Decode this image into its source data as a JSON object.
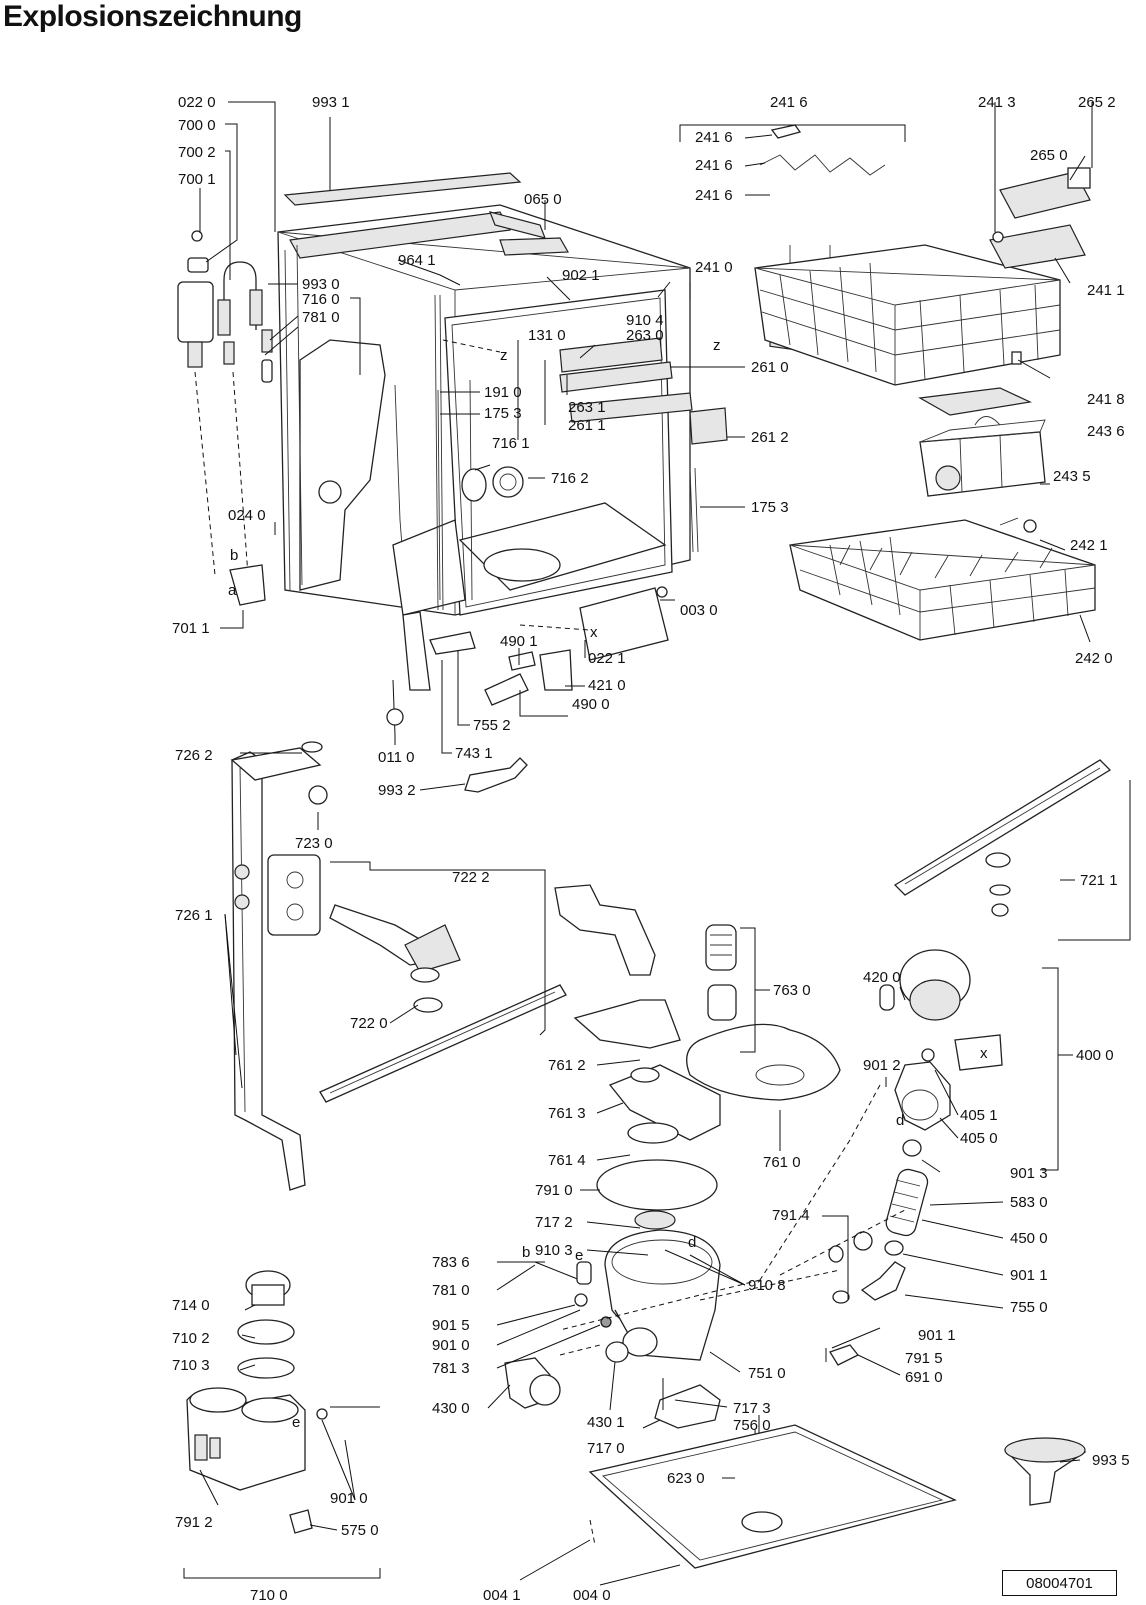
{
  "title": "Explosionszeichnung",
  "document_number": "08004701",
  "labels": {
    "l0220": "022 0",
    "l9931": "993 1",
    "l7000": "700 0",
    "l7002": "700 2",
    "l7001": "700 1",
    "l9930": "993 0",
    "l7160": "716 0",
    "l7810a": "781 0",
    "l0650": "065 0",
    "l9641": "964 1",
    "l9021": "902 1",
    "l2410": "241 0",
    "l9104": "910 4",
    "l1310": "131 0",
    "l2630": "263 0",
    "l2610": "261 0",
    "l1910": "191 0",
    "l1753a": "175 3",
    "l2631": "263 1",
    "l2611": "261 1",
    "l2612": "261 2",
    "l7161": "716 1",
    "l7162": "716 2",
    "l1753b": "175 3",
    "l0240": "024 0",
    "l0030": "003 0",
    "l7011": "701 1",
    "l4901": "490 1",
    "l0221": "022 1",
    "l4210": "421 0",
    "l4900": "490 0",
    "l7552": "755 2",
    "l0110": "011 0",
    "l7431": "743 1",
    "l9932": "993 2",
    "l2416top": "241 6",
    "l2416a": "241 6",
    "l2416b": "241 6",
    "l2416c": "241 6",
    "l2413": "241 3",
    "l2652": "265 2",
    "l2650": "265 0",
    "l2411": "241 1",
    "l2418": "241 8",
    "l2436": "243 6",
    "l2435": "243 5",
    "l2421": "242 1",
    "l2420": "242 0",
    "l7262": "726 2",
    "l7230": "723 0",
    "l7222": "722 2",
    "l7261": "726 1",
    "l7220": "722 0",
    "l7211": "721 1",
    "l7630": "763 0",
    "l4200": "420 0",
    "l4000": "400 0",
    "l7612": "761 2",
    "l9012": "901 2",
    "l7613": "761 3",
    "l4051": "405 1",
    "l4050": "405 0",
    "l7614": "761 4",
    "l7610": "761 0",
    "l9013": "901 3",
    "l7910": "791 0",
    "l5830": "583 0",
    "l7914": "791 4",
    "l7172": "717 2",
    "l4500": "450 0",
    "l9103": "910 3",
    "l7836": "783 6",
    "l9108": "910 8",
    "l9011a": "901 1",
    "l7810b": "781 0",
    "l7550": "755 0",
    "l9015": "901 5",
    "l9010a": "901 0",
    "l9011b": "901 1",
    "l7813": "781 3",
    "l7915": "791 5",
    "l7140": "714 0",
    "l7510": "751 0",
    "l6910": "691 0",
    "l7102": "710 2",
    "l7103": "710 3",
    "l4300": "430 0",
    "l7173": "717 3",
    "l4301": "430 1",
    "l7560": "756 0",
    "l7170": "717 0",
    "l9010b": "901 0",
    "l7912": "791 2",
    "l6230": "623 0",
    "l9935": "993 5",
    "l5750": "575 0",
    "l7100": "710 0",
    "l0041": "004 1",
    "l0040": "004 0"
  },
  "markers": {
    "a": "a",
    "b": "b",
    "z1": "z",
    "z2": "z",
    "x1": "x",
    "x2": "x",
    "b2": "b",
    "e1": "e",
    "d1": "d",
    "d2": "d",
    "e2": "e"
  }
}
